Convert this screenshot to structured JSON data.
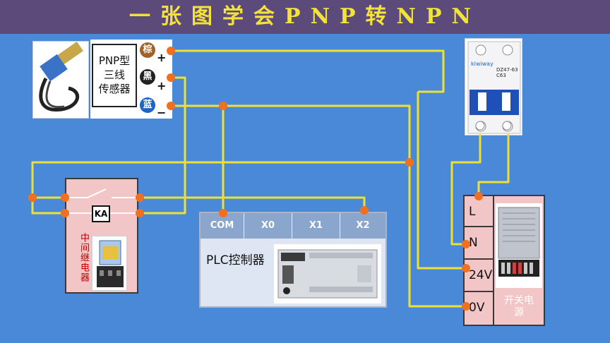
{
  "title": "一张图学会PNP转NPN",
  "sensor": {
    "label_lines": [
      "PNP型",
      "三线",
      "传感器"
    ],
    "wires": [
      {
        "name": "棕",
        "polarity": "+",
        "color": "#a0642a"
      },
      {
        "name": "黑",
        "polarity": "+",
        "color": "#222222"
      },
      {
        "name": "蓝",
        "polarity": "−",
        "color": "#1e64c8"
      }
    ]
  },
  "relay": {
    "coil_label": "KA",
    "caption": "中间继电器"
  },
  "plc": {
    "terminals": [
      "COM",
      "X0",
      "X1",
      "X2"
    ],
    "title": "PLC控制器"
  },
  "psu": {
    "terminals": [
      "L",
      "N",
      "24V",
      "0V"
    ],
    "caption": "开关电源"
  },
  "breaker": {
    "brand": "kiwiway",
    "model": "DZ47-63",
    "rating": "C63"
  },
  "colors": {
    "wire": "#f0e030",
    "node": "#f07020",
    "background": "#4a88d8",
    "title_bar": "#5b4a7a",
    "title_text": "#f3e23a"
  }
}
